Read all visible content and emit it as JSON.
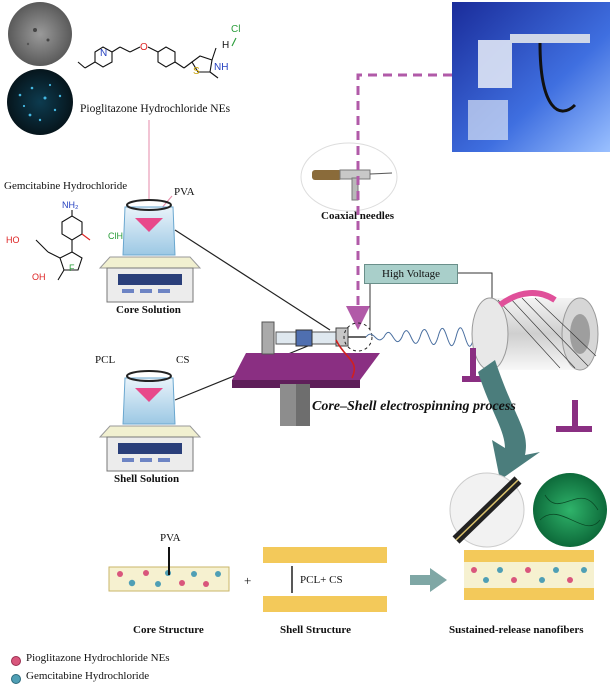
{
  "labels": {
    "drug_title": "Pioglitazone Hydrochloride NEs",
    "gemcitabine": "Gemcitabine Hydrochloride",
    "pva_top": "PVA",
    "core_solution": "Core Solution",
    "pcl": "PCL",
    "cs": "CS",
    "shell_solution": "Shell Solution",
    "coaxial_needles": "Coaxial needles",
    "high_voltage": "High Voltage",
    "process": "Core–Shell electrospinning process",
    "pva_bottom": "PVA",
    "pcl_cs": "PCL+ CS",
    "core_structure": "Core Structure",
    "shell_structure": "Shell Structure",
    "sustained": "Sustained-release nanofibers",
    "plus": "+"
  },
  "chem": {
    "cl": "Cl",
    "h": "H",
    "hcl": "ClH",
    "nh2": "NH₂",
    "ho": "HO",
    "oh": "OH",
    "f": "F",
    "o": "O",
    "n": "N",
    "s": "S",
    "nh": "NH"
  },
  "legend": [
    {
      "label": "Pioglitazone Hydrochloride NEs",
      "color": "#d9567c"
    },
    {
      "label": "Gemcitabine Hydrochloride",
      "color": "#4f9fb5"
    }
  ],
  "colors": {
    "purple_dash": "#b15aa8",
    "platform": "#8a2f82",
    "shell_yellow": "#f3c95a",
    "arrow_teal": "#4b7d7c",
    "hv_box": "#a9cfca"
  }
}
